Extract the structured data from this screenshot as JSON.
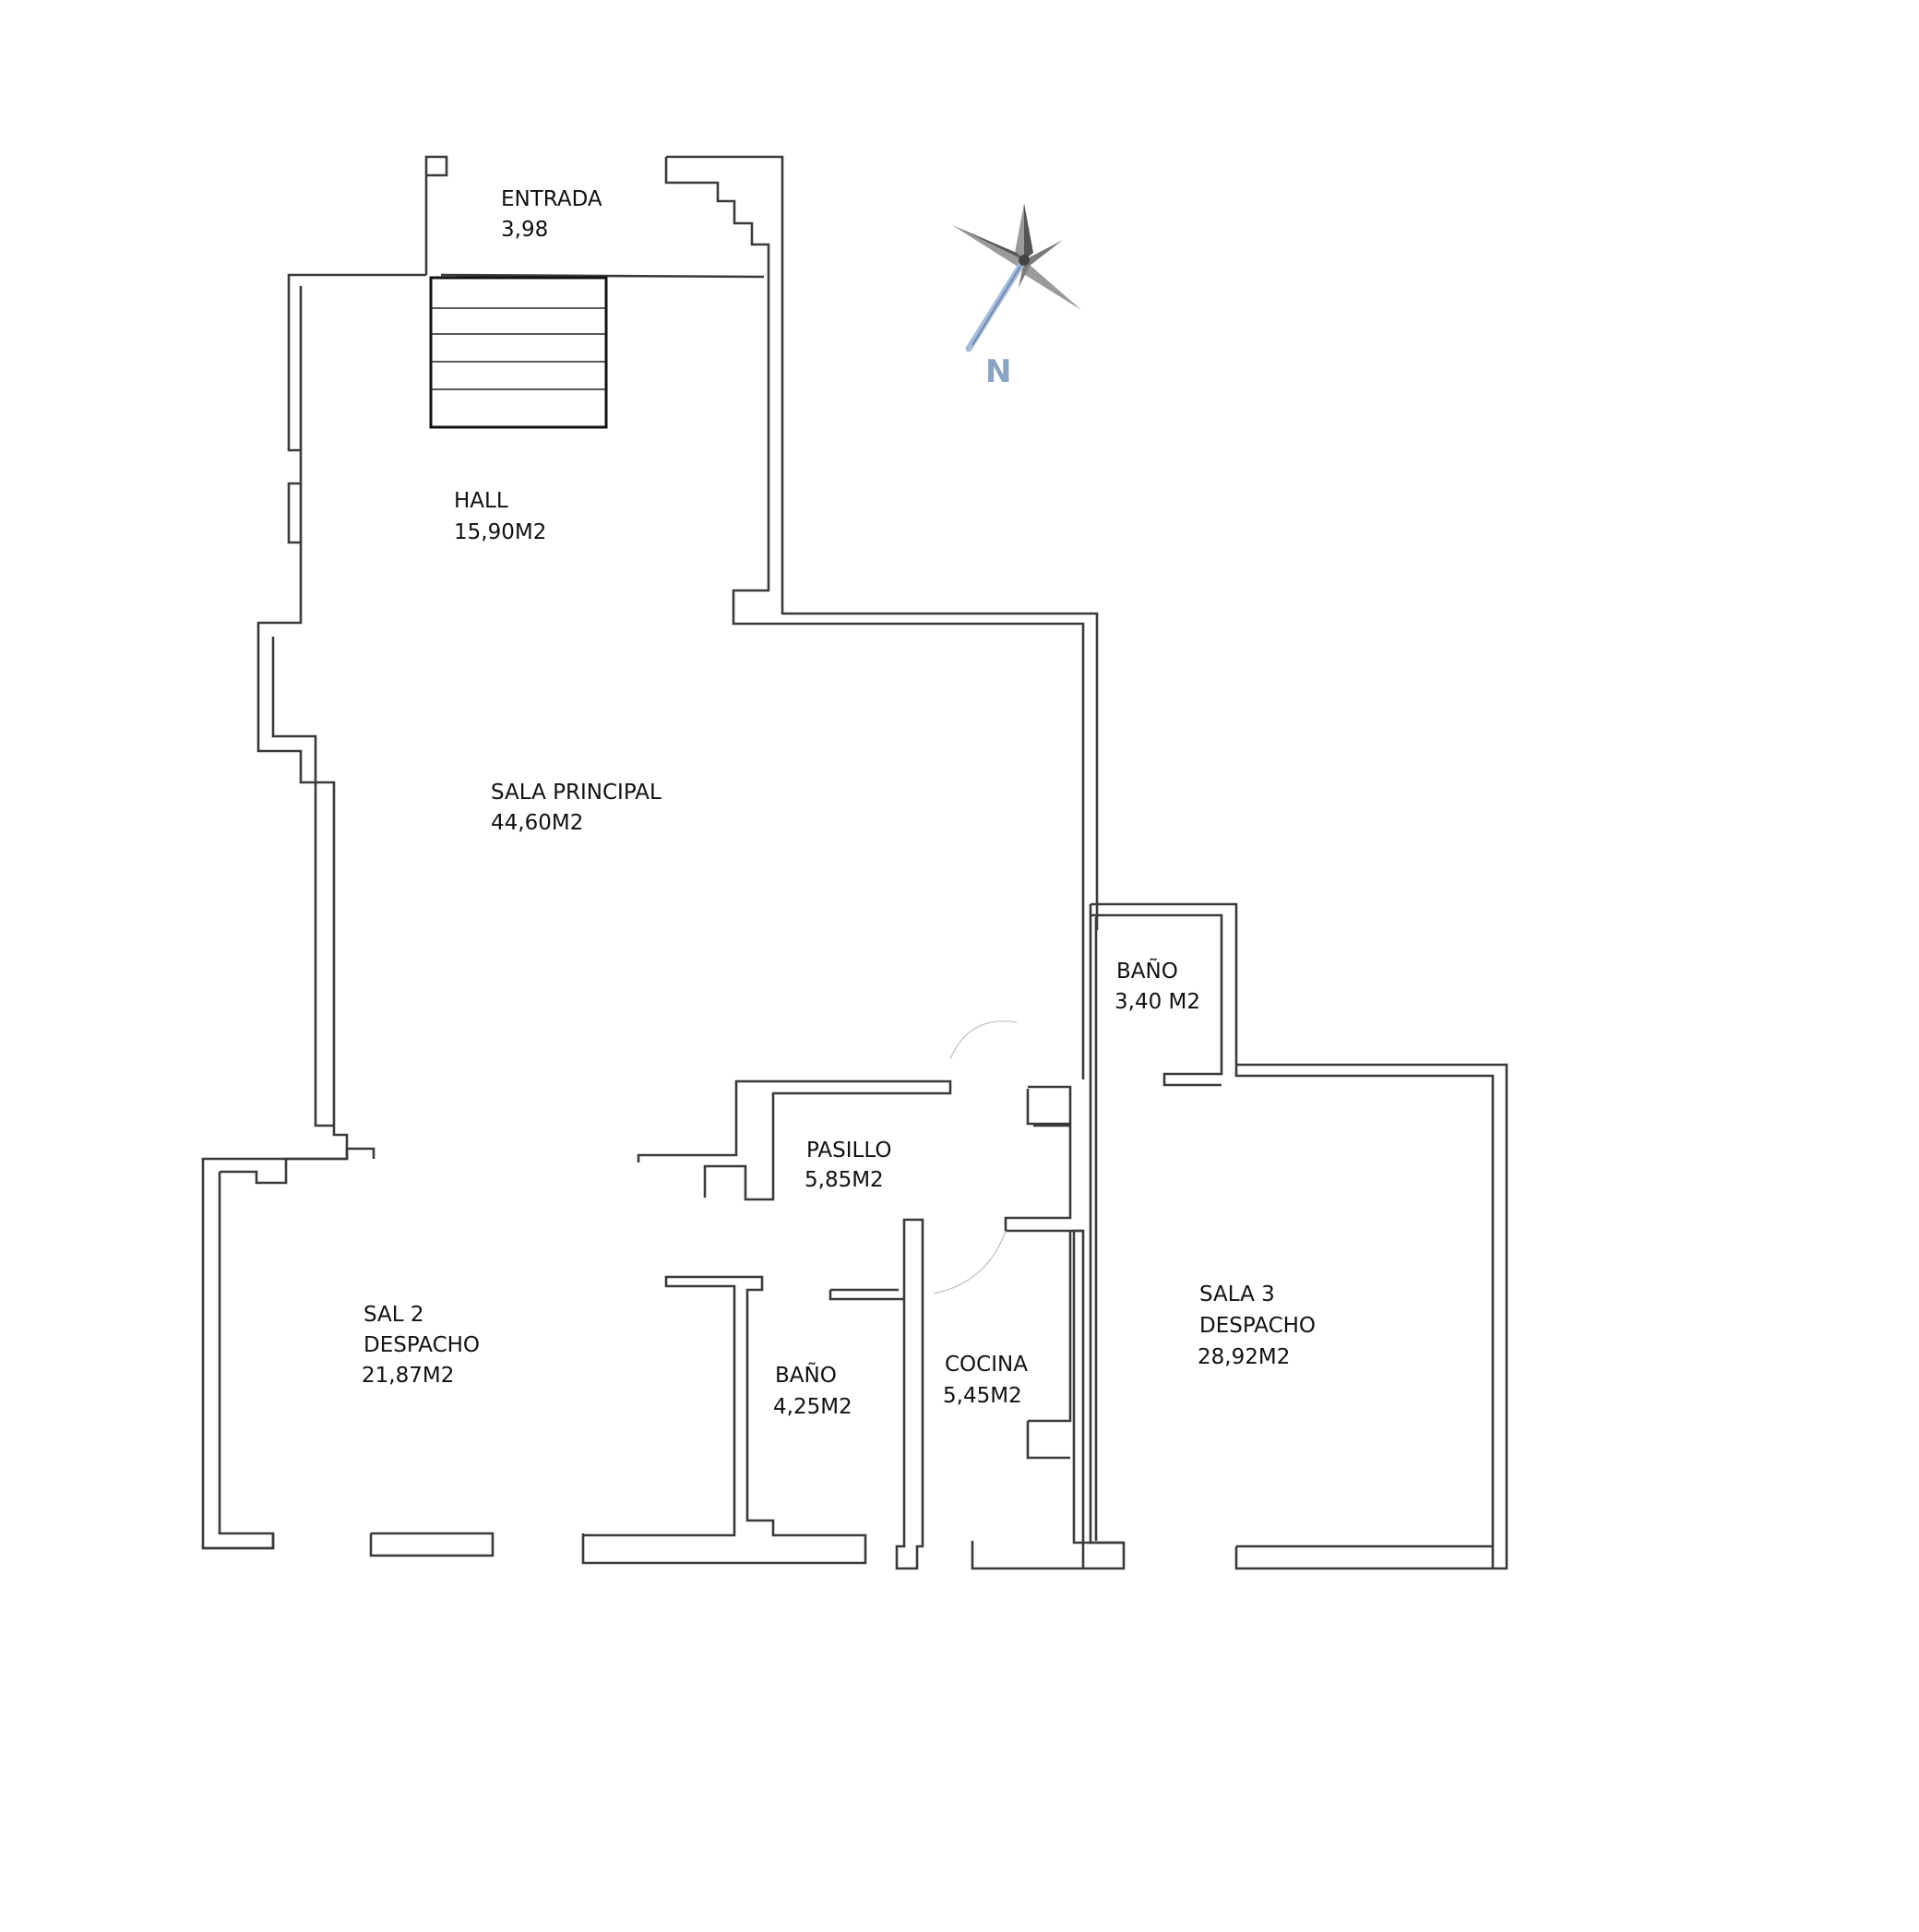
{
  "plan": {
    "rooms": [
      {
        "id": "entrada",
        "name": "ENTRADA",
        "area": "3,98"
      },
      {
        "id": "hall",
        "name": "HALL",
        "area": "15,90M2"
      },
      {
        "id": "sala-principal",
        "name": "SALA PRINCIPAL",
        "area": "44,60M2"
      },
      {
        "id": "bano-1",
        "name": "BAÑO",
        "area": "3,40 M2"
      },
      {
        "id": "pasillo",
        "name": "PASILLO",
        "area": "5,85M2"
      },
      {
        "id": "sala-2",
        "name": "SAL 2",
        "sub": "DESPACHO",
        "area": "21,87M2"
      },
      {
        "id": "bano-2",
        "name": "BAÑO",
        "area": "4,25M2"
      },
      {
        "id": "cocina",
        "name": "COCINA",
        "area": "5,45M2"
      },
      {
        "id": "sala-3",
        "name": "SALA 3",
        "sub": "DESPACHO",
        "area": "28,92M2"
      }
    ],
    "compass": {
      "label": "N",
      "icon": "compass-rose-icon",
      "color": "#8aa4c4"
    },
    "wall_color": "#3a3a3a"
  }
}
